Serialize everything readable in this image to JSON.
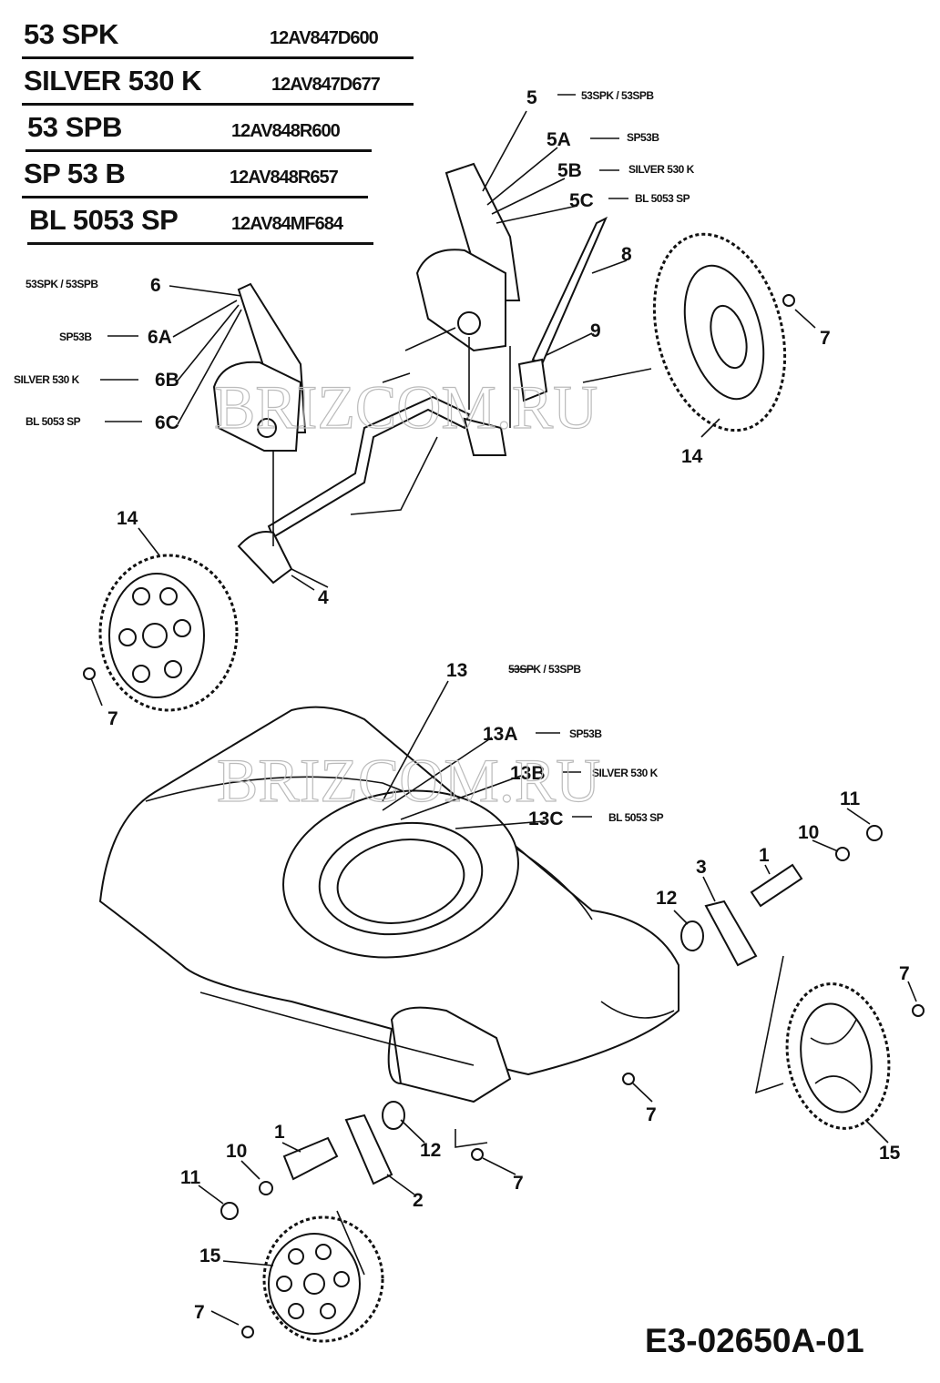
{
  "models": [
    {
      "name": "53 SPK",
      "code": "12AV847D600"
    },
    {
      "name": "SILVER 530 K",
      "code": "12AV847D677"
    },
    {
      "name": "53 SPB",
      "code": "12AV848R600"
    },
    {
      "name": "SP 53 B",
      "code": "12AV848R657"
    },
    {
      "name": "BL 5053 SP",
      "code": "12AV84MF684"
    }
  ],
  "callouts": {
    "p5": "5",
    "p5_note": "53SPK / 53SPB",
    "p5a": "5A",
    "p5a_note": "SP53B",
    "p5b": "5B",
    "p5b_note": "SILVER 530 K",
    "p5c": "5C",
    "p5c_note": "BL 5053 SP",
    "p6": "6",
    "p6_note": "53SPK / 53SPB",
    "p6a": "6A",
    "p6a_note": "SP53B",
    "p6b": "6B",
    "p6b_note": "SILVER 530 K",
    "p6c": "6C",
    "p6c_note": "BL 5053 SP",
    "p13": "13",
    "p13_note": "53SPK / 53SPB",
    "p13a": "13A",
    "p13a_note": "SP53B",
    "p13b": "13B",
    "p13b_note": "SILVER 530 K",
    "p13c": "13C",
    "p13c_note": "BL 5053 SP",
    "n1": "1",
    "n2": "2",
    "n3": "3",
    "n4": "4",
    "n7": "7",
    "n8": "8",
    "n9": "9",
    "n10": "10",
    "n11": "11",
    "n12": "12",
    "n14": "14",
    "n15": "15"
  },
  "watermark": "BRIZCOM.RU",
  "drawing_code": "E3-02650A-01"
}
